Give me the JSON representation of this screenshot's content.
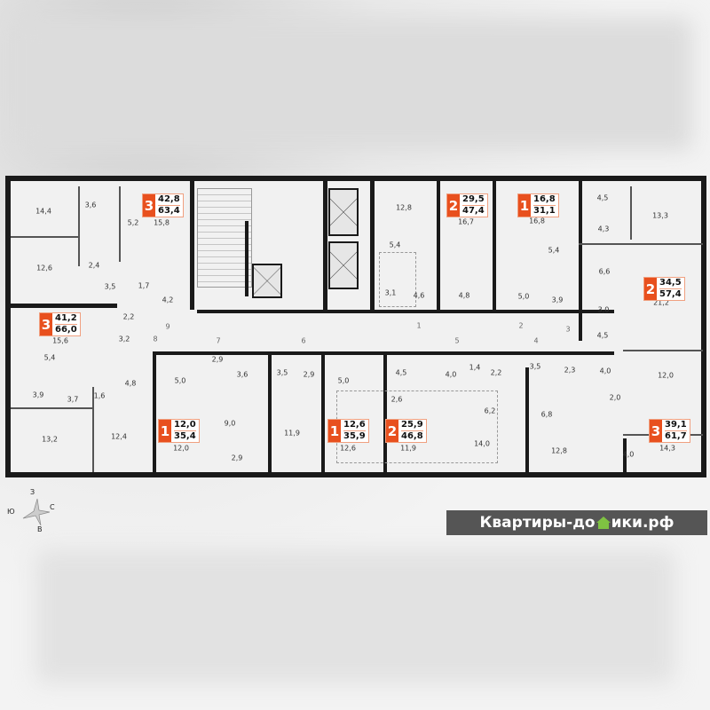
{
  "apartments": [
    {
      "rooms": "3",
      "living": "42,8",
      "total": "63,4"
    },
    {
      "rooms": "2",
      "living": "29,5",
      "total": "47,4"
    },
    {
      "rooms": "1",
      "living": "16,8",
      "total": "31,1"
    },
    {
      "rooms": "2",
      "living": "34,5",
      "total": "57,4"
    },
    {
      "rooms": "3",
      "living": "41,2",
      "total": "66,0"
    },
    {
      "rooms": "1",
      "living": "12,0",
      "total": "35,4"
    },
    {
      "rooms": "1",
      "living": "12,6",
      "total": "35,9"
    },
    {
      "rooms": "2",
      "living": "25,9",
      "total": "46,8"
    },
    {
      "rooms": "3",
      "living": "39,1",
      "total": "61,7"
    }
  ],
  "rooms": [
    "14,4",
    "3,6",
    "5,2",
    "15,8",
    "12,6",
    "2,4",
    "3,5",
    "1,7",
    "4,2",
    "2,2",
    "12,8",
    "16,7",
    "16,8",
    "4,5",
    "13,3",
    "5,4",
    "5,4",
    "4,3",
    "6,6",
    "3,1",
    "4,6",
    "4,8",
    "5,0",
    "3,9",
    "3,0",
    "21,2",
    "15,6",
    "3,2",
    "5,4",
    "4,8",
    "3,9",
    "3,7",
    "1,6",
    "13,2",
    "12,4",
    "5,0",
    "2,9",
    "3,6",
    "9,0",
    "12,0",
    "2,9",
    "3,5",
    "2,9",
    "5,0",
    "11,9",
    "12,6",
    "4,5",
    "2,6",
    "11,9",
    "4,0",
    "1,4",
    "2,2",
    "6,2",
    "14,0",
    "3,5",
    "6,8",
    "12,8",
    "2,3",
    "4,0",
    "12,0",
    "2,0",
    "14,3",
    "4,0",
    "4,5"
  ],
  "corridor_doors": [
    "1",
    "2",
    "3",
    "4",
    "5",
    "6",
    "7",
    "8",
    "9"
  ],
  "compass": {
    "north": "З",
    "south": "В",
    "west": "Ю",
    "east": "С"
  },
  "watermark": {
    "text_before": "Квартиры-до",
    "text_after": "ики.рф"
  }
}
